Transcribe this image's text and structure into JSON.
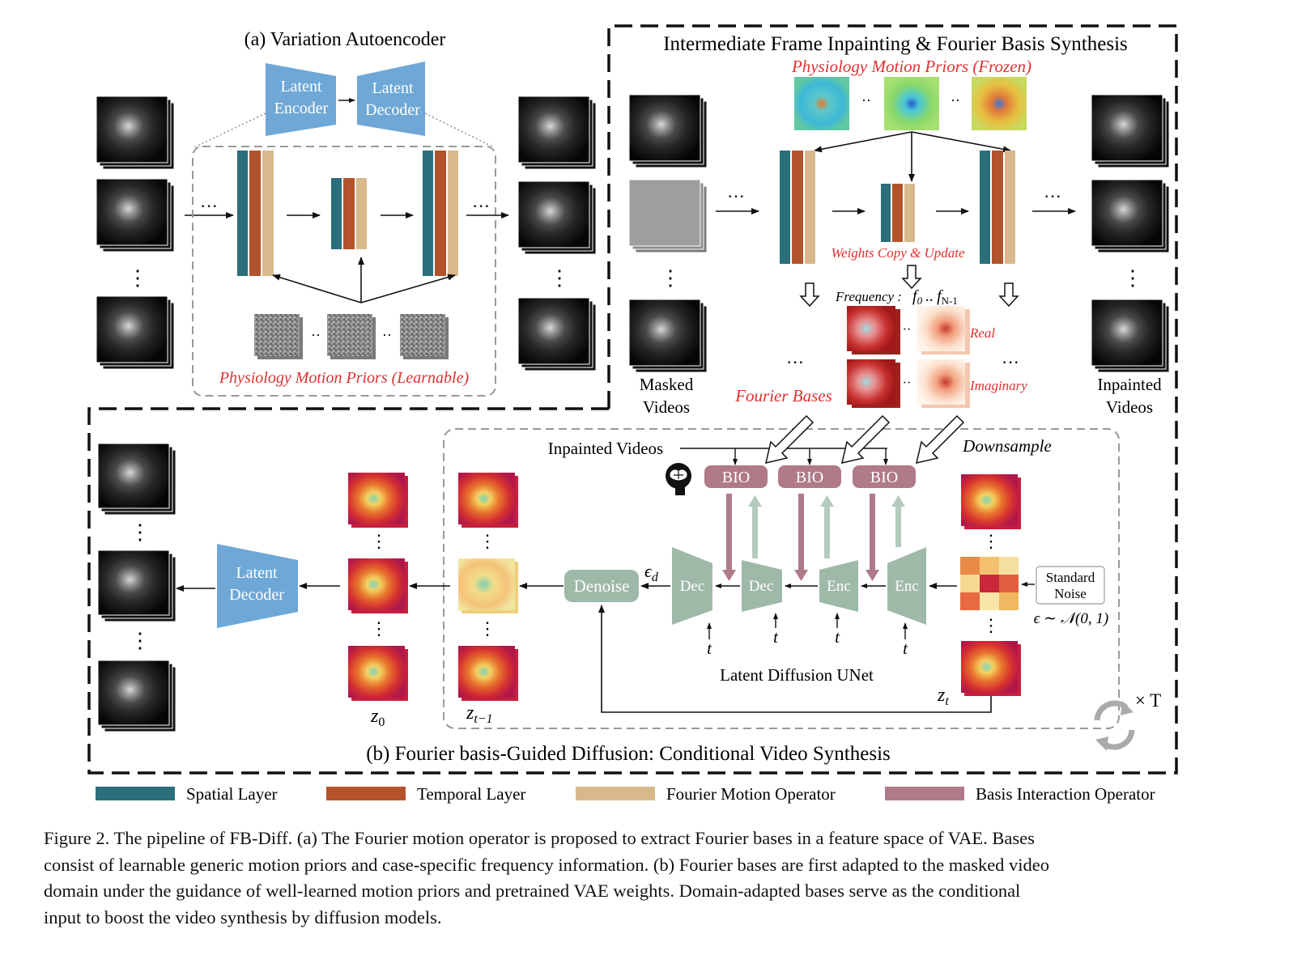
{
  "panel_a": {
    "title": "(a) Variation Autoencoder",
    "latent_encoder": [
      "Latent",
      "Encoder"
    ],
    "latent_decoder": [
      "Latent",
      "Decoder"
    ],
    "priors_label": "Physiology Motion Priors (Learnable)",
    "dots": "··",
    "ellipsis": "···",
    "vdots": "⋮"
  },
  "panel_top_right": {
    "title": "Intermediate Frame Inpainting & Fourier Basis Synthesis",
    "priors_label": "Physiology Motion Priors (Frozen)",
    "weights_label": "Weights Copy & Update",
    "frequency_label": "Frequency :",
    "freq_f0": "f",
    "freq_f0_sub": "0",
    "freq_sep": "..",
    "freq_fn": "f",
    "freq_fn_sub": "N-1",
    "real_label": "Real",
    "imag_label": "Imaginary",
    "fourier_bases_label": "Fourier Bases",
    "masked_videos": [
      "Masked",
      "Videos"
    ],
    "inpainted_videos": [
      "Inpainted",
      "Videos"
    ]
  },
  "panel_b": {
    "title": "(b) Fourier basis-Guided Diffusion: Conditional Video Synthesis",
    "inpainted_videos_label": "Inpainted Videos",
    "downsample_label": "Downsample",
    "bio_label": "BIO",
    "latent_decoder": [
      "Latent",
      "Decoder"
    ],
    "denoise_label": "Denoise",
    "epsilon_d": "ϵ",
    "epsilon_d_sub": "d",
    "dec_label": "Dec",
    "enc_label": "Enc",
    "t_label": "t",
    "unet_label": "Latent Diffusion UNet",
    "standard_noise": [
      "Standard",
      "Noise"
    ],
    "noise_formula": "ϵ ∼ 𝒩(0, 1)",
    "z0": "z",
    "z0_sub": "0",
    "zt1": "z",
    "zt1_sub": "t−1",
    "zt": "z",
    "zt_sub": "t",
    "times_t": "× T"
  },
  "legend": [
    {
      "label": "Spatial Layer",
      "color": "#2a6f7a"
    },
    {
      "label": "Temporal Layer",
      "color": "#b3532c"
    },
    {
      "label": "Fourier Motion Operator",
      "color": "#d8b98c"
    },
    {
      "label": "Basis Interaction Operator",
      "color": "#b07a88"
    }
  ],
  "colors": {
    "spatial": "#2a6f7a",
    "temporal": "#b3532c",
    "fourier": "#d8b98c",
    "bio": "#b07a88",
    "vae_blue": "#6fa8d6",
    "unet_green": "#9fb9a8",
    "red_label": "#e03030"
  },
  "caption": [
    "Figure 2. The pipeline of FB-Diff. (a) The Fourier motion operator is proposed to extract Fourier bases in a feature space of VAE. Bases",
    "consist of learnable generic motion priors and case-specific frequency information. (b) Fourier bases are first adapted to the masked video",
    "domain under the guidance of well-learned motion priors and pretrained VAE weights. Domain-adapted bases serve as the conditional",
    "input to boost the video synthesis by diffusion models."
  ]
}
